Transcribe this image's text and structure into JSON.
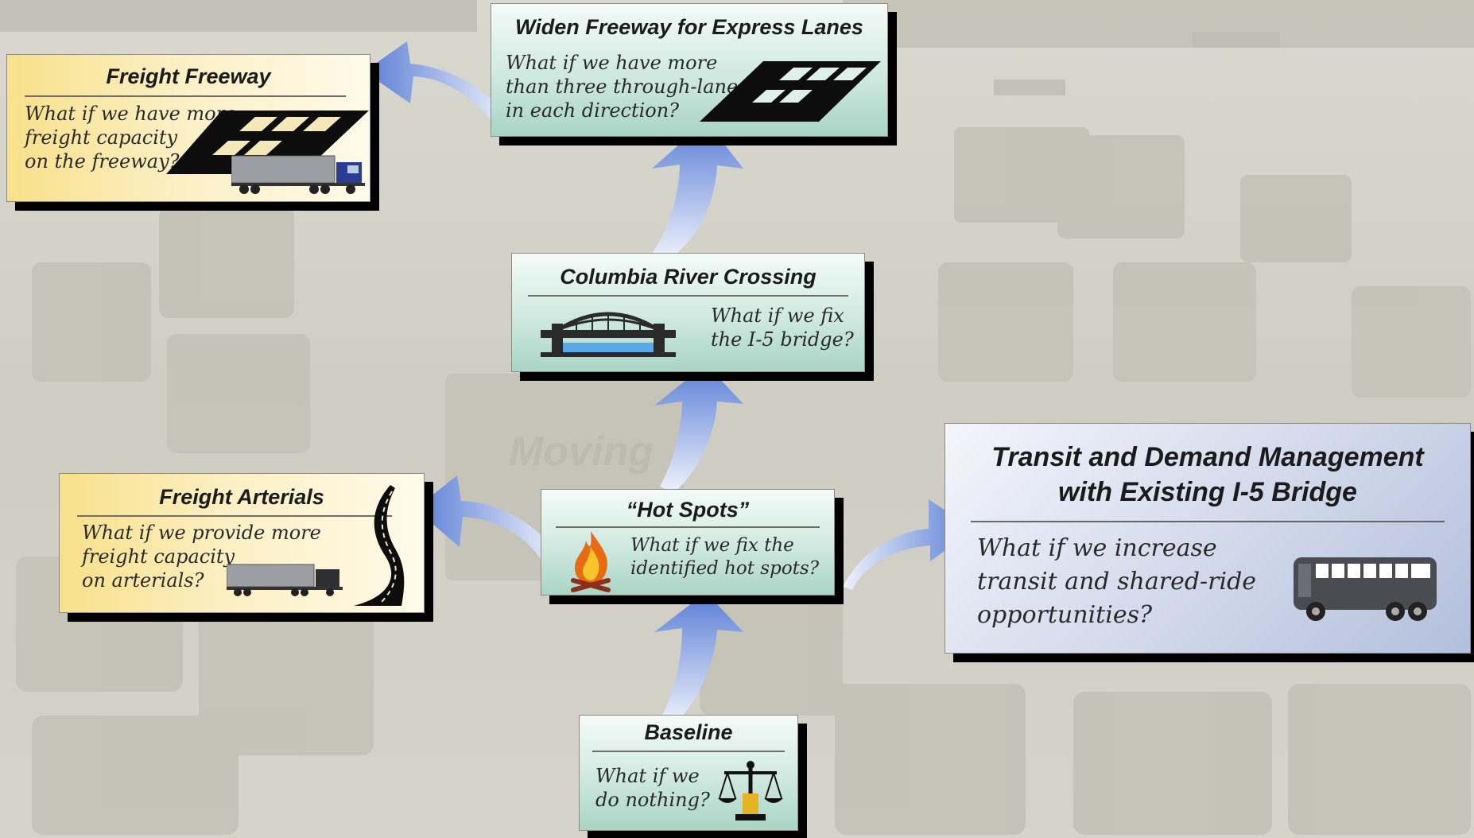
{
  "freight_freeway": {
    "title": "Freight Freeway",
    "question": [
      "What if we have more",
      "freight capacity",
      "on the freeway?"
    ]
  },
  "widen_freeway": {
    "title": "Widen Freeway for Express Lanes",
    "question": [
      "What if we have more",
      "than three through-lanes",
      "in each direction?"
    ]
  },
  "columbia": {
    "title": "Columbia River Crossing",
    "question": [
      "What if we fix",
      "the I-5 bridge?"
    ]
  },
  "freight_arterials": {
    "title": "Freight Arterials",
    "question": [
      "What if we provide more",
      "freight capacity",
      "on arterials?"
    ]
  },
  "hot_spots": {
    "title": "“Hot Spots”",
    "question": [
      "What if we fix the",
      "identified hot spots?"
    ]
  },
  "transit": {
    "title": [
      "Transit and Demand Management",
      "with Existing I-5 Bridge"
    ],
    "question": [
      "What if we increase",
      "transit and shared-ride",
      "opportunities?"
    ]
  },
  "baseline": {
    "title": "Baseline",
    "question": [
      "What if we",
      "do nothing?"
    ]
  },
  "background_sign_text": "Moving",
  "colors": {
    "arrow": "#5b7fd6",
    "arrow_light": "#e6ecfa",
    "highway": "#0d0d0d",
    "truck_trailer": "#9b9ea3",
    "truck_cab": "#2a3d92"
  },
  "icons": [
    "highway-lanes-icon",
    "truck-icon",
    "bridge-icon",
    "road-curve-icon",
    "campfire-icon",
    "bus-icon",
    "scales-icon"
  ]
}
